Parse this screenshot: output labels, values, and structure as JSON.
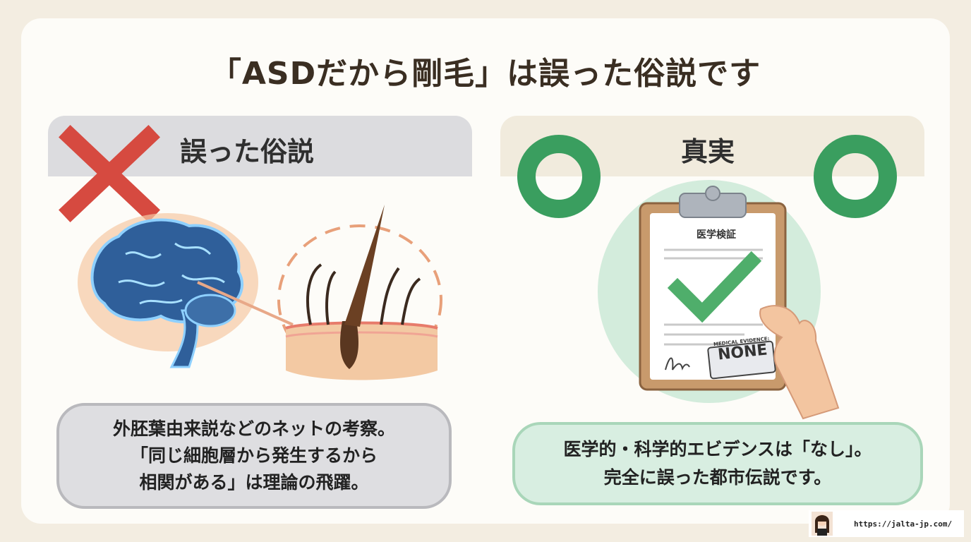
{
  "title": "「ASDだから剛毛」は誤った俗説です",
  "left_panel": {
    "heading": "誤った俗説",
    "bubble_lines": [
      "外胚葉由来説などのネットの考察。",
      "「同じ細胞層から発生するから",
      "相関がある」は理論の飛躍。"
    ]
  },
  "right_panel": {
    "heading": "真実",
    "clipboard_title": "医学検証",
    "stamp_line1": "MEDICAL EVIDENCE:",
    "stamp_line2": "NONE",
    "bubble_lines": [
      "医学的・科学的エビデンスは「なし」。",
      "完全に誤った都市伝説です。"
    ]
  },
  "footer": {
    "url": "https://jalta-jp.com/"
  },
  "colors": {
    "background": "#f3ede1",
    "cross_red": "#d64a40",
    "circle_green": "#3a9e5f",
    "check_green": "#4fae6b"
  }
}
